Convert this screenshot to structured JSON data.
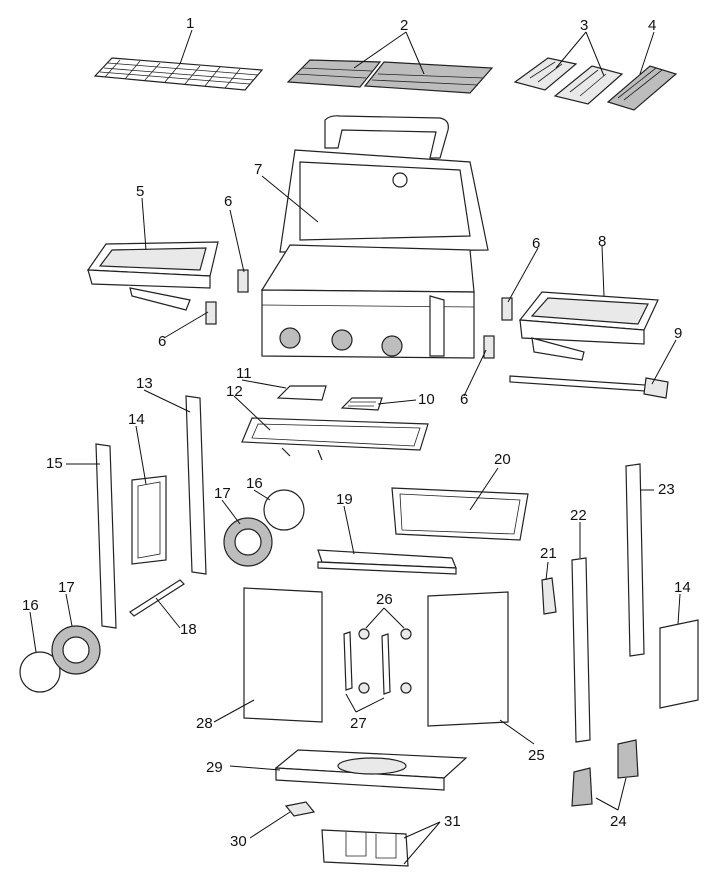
{
  "diagram": {
    "labels": [
      {
        "id": "label-1",
        "text": "1"
      },
      {
        "id": "label-2",
        "text": "2"
      },
      {
        "id": "label-3",
        "text": "3"
      },
      {
        "id": "label-4",
        "text": "4"
      },
      {
        "id": "label-5",
        "text": "5"
      },
      {
        "id": "label-6a",
        "text": "6"
      },
      {
        "id": "label-6b",
        "text": "6"
      },
      {
        "id": "label-6c",
        "text": "6"
      },
      {
        "id": "label-6d",
        "text": "6"
      },
      {
        "id": "label-7",
        "text": "7"
      },
      {
        "id": "label-8",
        "text": "8"
      },
      {
        "id": "label-9",
        "text": "9"
      },
      {
        "id": "label-10",
        "text": "10"
      },
      {
        "id": "label-11",
        "text": "11"
      },
      {
        "id": "label-12",
        "text": "12"
      },
      {
        "id": "label-13",
        "text": "13"
      },
      {
        "id": "label-14a",
        "text": "14"
      },
      {
        "id": "label-14b",
        "text": "14"
      },
      {
        "id": "label-15",
        "text": "15"
      },
      {
        "id": "label-16a",
        "text": "16"
      },
      {
        "id": "label-16b",
        "text": "16"
      },
      {
        "id": "label-17a",
        "text": "17"
      },
      {
        "id": "label-17b",
        "text": "17"
      },
      {
        "id": "label-18",
        "text": "18"
      },
      {
        "id": "label-19",
        "text": "19"
      },
      {
        "id": "label-20",
        "text": "20"
      },
      {
        "id": "label-21",
        "text": "21"
      },
      {
        "id": "label-22",
        "text": "22"
      },
      {
        "id": "label-23",
        "text": "23"
      },
      {
        "id": "label-24",
        "text": "24"
      },
      {
        "id": "label-25",
        "text": "25"
      },
      {
        "id": "label-26",
        "text": "26"
      },
      {
        "id": "label-27",
        "text": "27"
      },
      {
        "id": "label-28",
        "text": "28"
      },
      {
        "id": "label-29",
        "text": "29"
      },
      {
        "id": "label-30",
        "text": "30"
      },
      {
        "id": "label-31",
        "text": "31"
      }
    ]
  }
}
